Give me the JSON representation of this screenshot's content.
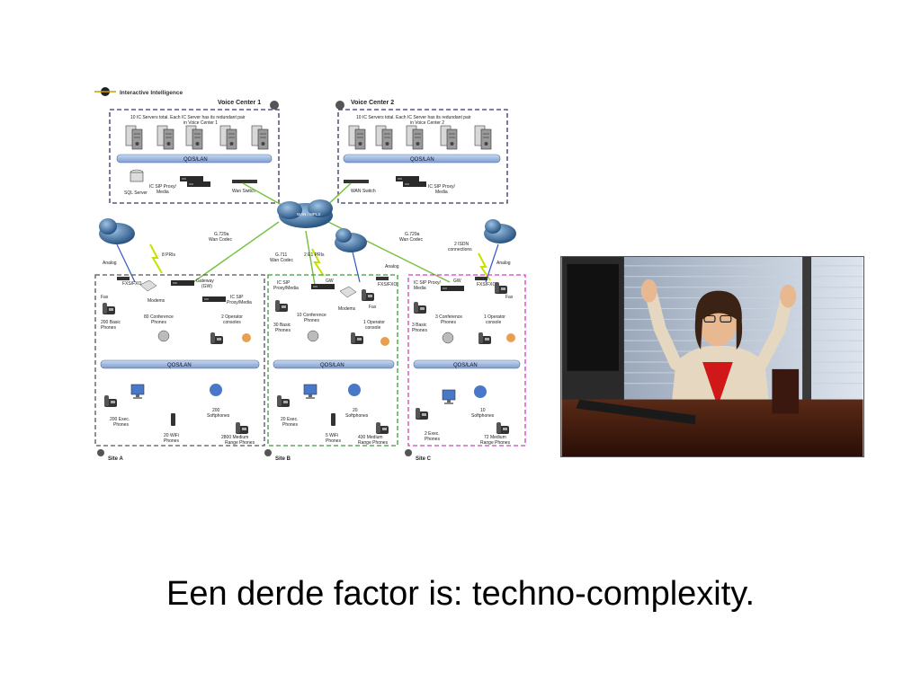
{
  "slide": {
    "caption": "Een derde factor is: techno-complexity."
  },
  "diagram": {
    "logo_text": "Interactive Intelligence",
    "voice_center_1": {
      "title": "Voice Center 1",
      "note_line1": "10 IC Servers total. Each IC Server has its redundant pair",
      "note_line2": "in Voice Center 1",
      "lan": "QOS/LAN",
      "sql_label": "SQL Server",
      "proxy_line1": "IC SIP Proxy/",
      "proxy_line2": "Media",
      "wan_switch": "Wan Switch"
    },
    "voice_center_2": {
      "title": "Voice Center 2",
      "note_line1": "10 IC Servers total. Each IC Server has its redundant pair",
      "note_line2": "in Voice Center 2",
      "lan": "QOS/LAN",
      "wan_switch": "WAN Switch",
      "proxy_line1": "IC SIP Proxy/",
      "proxy_line2": "Media"
    },
    "wan_cloud": "WAN / MPLS",
    "links": {
      "codec_left_1": "G.729a",
      "codec_left_2": "Wan Codec",
      "codec_mid_1": "G.711",
      "codec_mid_2": "Wan Codec",
      "codec_right_1": "G.729a",
      "codec_right_2": "Wan Codec",
      "pri_8": "8 PRIs",
      "e1_pri": "2 E1 PRIs",
      "isdn_1": "2 ISDN",
      "isdn_2": "connections",
      "analog_a": "Analog",
      "analog_b": "Analog",
      "analog_c": "Analog"
    },
    "site_a": {
      "name": "Site A",
      "fxs": "FXS/FXO",
      "fax": "Fax",
      "modems": "Modems",
      "gateway_1": "Gateway",
      "gateway_2": "(GW)",
      "proxy_1": "IC SIP",
      "proxy_2": "Proxy/Media",
      "basic_1": "200 Basic",
      "basic_2": "Phones",
      "conf_1": "80 Conference",
      "conf_2": "Phones",
      "operator_1": "2 Operator",
      "operator_2": "consoles",
      "lan": "QOS/LAN",
      "exec_1": "200 Exec.",
      "exec_2": "Phones",
      "wifi_1": "20 WiFi",
      "wifi_2": "Phones",
      "soft_1": "200",
      "soft_2": "Softphones",
      "medium_1": "2800 Medium",
      "medium_2": "Range Phones"
    },
    "site_b": {
      "name": "Site B",
      "proxy_1": "IC SIP",
      "proxy_2": "Proxy/Media",
      "gw": "GW",
      "fxs": "FXS/FXO",
      "modems": "Modems",
      "fax": "Fax",
      "basic_1": "30 Basic",
      "basic_2": "Phones",
      "conf_1": "10 Conference",
      "conf_2": "Phones",
      "operator_1": "1 Operator",
      "operator_2": "console",
      "lan": "QOS/LAN",
      "exec_1": "20 Exec.",
      "exec_2": "Phones",
      "wifi_1": "5 WiFi",
      "wifi_2": "Phones",
      "soft_1": "20",
      "soft_2": "Softphones",
      "medium_1": "430 Medium",
      "medium_2": "Range Phones"
    },
    "site_c": {
      "name": "Site C",
      "proxy_1": "IC SIP Proxy/",
      "proxy_2": "Media",
      "gw": "GW",
      "fxs": "FXS/FXO",
      "fax": "Fax",
      "basic_1": "3 Basic",
      "basic_2": "Phones",
      "conf_1": "3 Conference",
      "conf_2": "Phones",
      "operator_1": "1 Operator",
      "operator_2": "console",
      "lan": "QOS/LAN",
      "exec_1": "2 Exec.",
      "exec_2": "Phones",
      "soft_1": "10",
      "soft_2": "Softphones",
      "medium_1": "72 Medium",
      "medium_2": "Range Phones"
    }
  },
  "colors": {
    "lan_bar": "#9fb8e0",
    "site_a_border": "#555555",
    "site_b_border": "#3a9a3a",
    "site_c_border": "#d040c0",
    "vc_border": "#333366",
    "lightning": "#c8e000",
    "cloud": "#2e5c8a"
  }
}
